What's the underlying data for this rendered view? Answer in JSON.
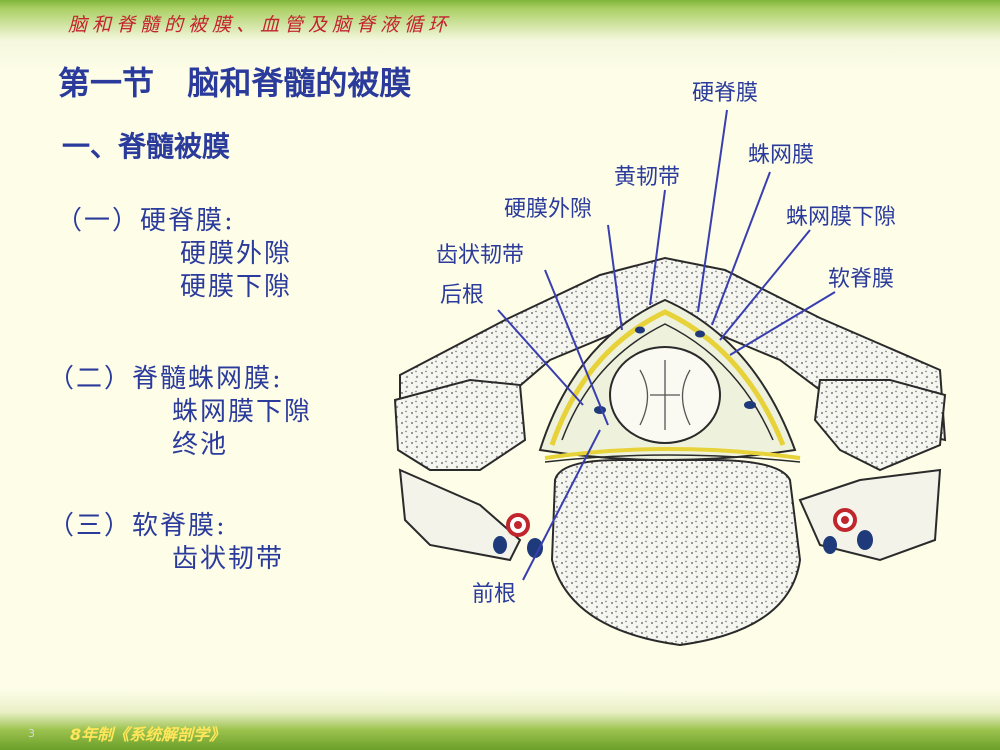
{
  "header": {
    "text": "脑和脊髓的被膜、血管及脑脊液循环"
  },
  "title": "第一节   脑和脊髓的被膜",
  "subtitle": "一、脊髓被膜",
  "sections": [
    {
      "heading": "（一）硬脊膜:",
      "items": [
        "硬膜外隙",
        "硬膜下隙"
      ]
    },
    {
      "heading": "（二）脊髓蛛网膜:",
      "items": [
        "蛛网膜下隙",
        "终池"
      ]
    },
    {
      "heading": "（三）软脊膜:",
      "items": [
        "齿状韧带"
      ]
    }
  ],
  "diagram_labels": {
    "dura": "硬脊膜",
    "arachnoid": "蛛网膜",
    "ligamentum_flavum": "黄韧带",
    "epidural": "硬膜外隙",
    "subarachnoid": "蛛网膜下隙",
    "denticulate": "齿状韧带",
    "pia": "软脊膜",
    "posterior_root": "后根",
    "anterior_root": "前根"
  },
  "footer": {
    "page": "3",
    "book": "8年制《系统解剖学》"
  },
  "colors": {
    "accent_text": "#2b3b9c",
    "header_red": "#c4232f",
    "membrane_yellow": "#e8d23a",
    "vessel_red": "#c0262c",
    "vessel_blue": "#1f3a7a"
  }
}
